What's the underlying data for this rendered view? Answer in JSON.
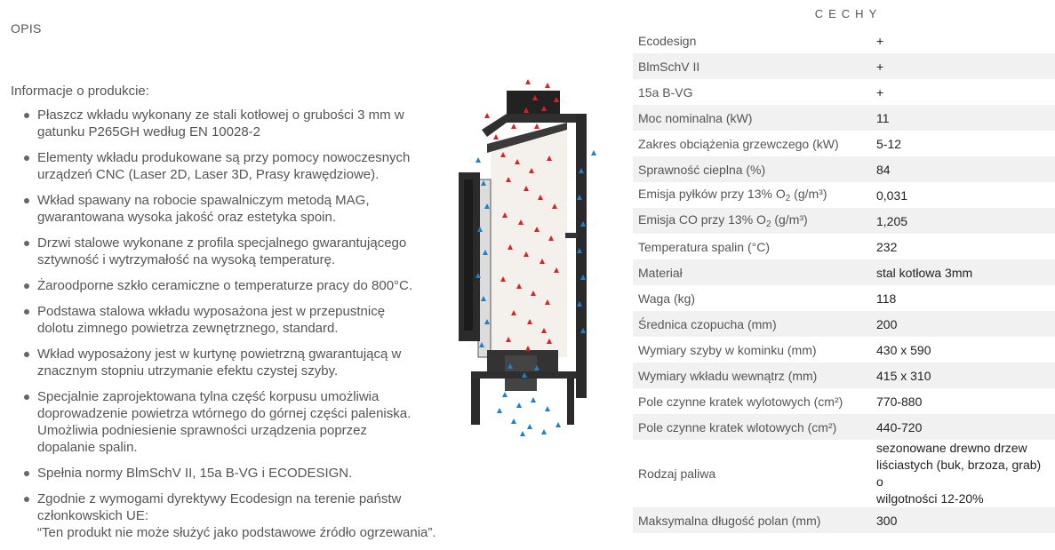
{
  "left": {
    "title": "OPIS",
    "intro": "Informacje o produkcie:",
    "features": [
      "Płaszcz wkładu wykonany ze stali kotłowej o grubości 3 mm w\ngatunku P265GH według EN 10028-2",
      "Elementy wkładu produkowane są przy pomocy nowoczesnych\nurządzeń CNC (Laser 2D, Laser 3D, Prasy krawędziowe).",
      "Wkład spawany na robocie spawalniczym metodą MAG,\ngwarantowana wysoka jakość oraz estetyka spoin.",
      "Drzwi stalowe wykonane z profila specjalnego gwarantującego\nsztywność i wytrzymałość na wysoką temperaturę.",
      "Żaroodporne szkło ceramiczne o temperaturze pracy do 800°C.",
      "Podstawa stalowa wkładu wyposażona jest w przepustnicę\ndolotu zimnego powietrza zewnętrznego, standard.",
      "Wkład wyposażony jest w kurtynę powietrzną gwarantującą w\nznacznym stopniu utrzymanie efektu czystej szyby.",
      "Specjalnie zaprojektowana tylna część korpusu umożliwia\ndoprowadzenie powietrza wtórnego do górnej części paleniska.\nUmożliwia podniesienie sprawności urządzenia poprzez\ndopalanie spalin.",
      "Spełnia normy BlmSchV II, 15a B-VG i ECODESIGN.",
      "Zgodnie z wymogami dyrektywy Ecodesign na terenie państw członkowskich UE:\n“Ten produkt nie może służyć jako podstawowe źródło ogrzewania”."
    ]
  },
  "right": {
    "heading": "CECHY",
    "specs": [
      {
        "label": "Ecodesign",
        "value": "+"
      },
      {
        "label": "BlmSchV II",
        "value": "+"
      },
      {
        "label": "15a B-VG",
        "value": "+"
      },
      {
        "label": "Moc nominalna (kW)",
        "value": "11"
      },
      {
        "label": "Zakres obciążenia grzewczego (kW)",
        "value": "5-12"
      },
      {
        "label": "Sprawność cieplna (%)",
        "value": "84"
      },
      {
        "label_pre": "Emisja pyłków przy 13% O",
        "label_sub": "2",
        "label_post": " (g/m³)",
        "value": "0,031"
      },
      {
        "label_pre": "Emisja CO przy 13% O",
        "label_sub": "2",
        "label_post": " (g/m³)",
        "value": "1,205"
      },
      {
        "label": "Temperatura spalin (°C)",
        "value": "232"
      },
      {
        "label": "Materiał",
        "value": "stal kotłowa 3mm"
      },
      {
        "label": "Waga (kg)",
        "value": "118"
      },
      {
        "label": "Średnica czopucha (mm)",
        "value": "200"
      },
      {
        "label": "Wymiary szyby w kominku (mm)",
        "value": "430 x 590"
      },
      {
        "label": "Wymiary wkładu wewnątrz (mm)",
        "value": "415 x 310"
      },
      {
        "label": "Pole czynne kratek wylotowych (cm²)",
        "value": "770-880"
      },
      {
        "label": "Pole czynne kratek wlotowych (cm²)",
        "value": "440-720"
      },
      {
        "label": "Rodzaj paliwa",
        "value": "sezonowane drewno drzew\nliściastych (buk, brzoza, grab) o\nwilgotności 12-20%"
      },
      {
        "label": "Maksymalna długość polan (mm)",
        "value": "300"
      }
    ]
  },
  "colors": {
    "hot_air_arrow": "#e01f25",
    "cold_air_arrow": "#1f7fc8",
    "steel": "#2a2a2a",
    "row_stripe": "#f1f1f1"
  }
}
